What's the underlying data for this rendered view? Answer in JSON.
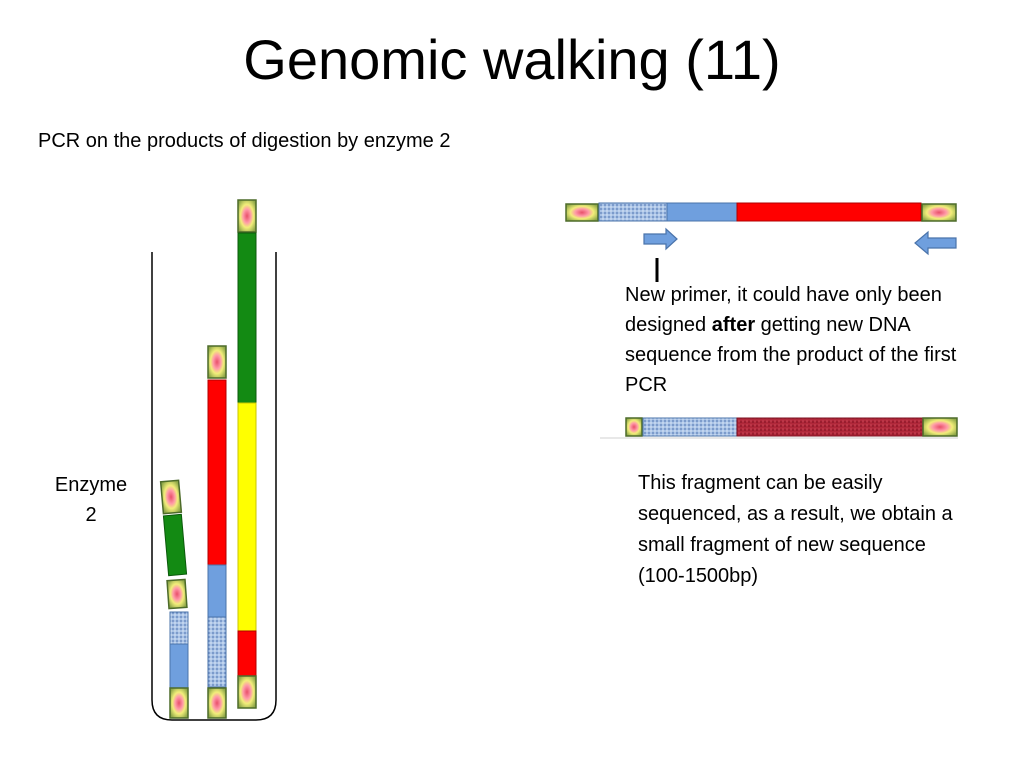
{
  "slide": {
    "title": "Genomic walking (11)",
    "subtitle": "PCR on the products of digestion by enzyme 2"
  },
  "labels": {
    "enzyme_line1": "Enzyme",
    "enzyme_line2": "2"
  },
  "notes": {
    "primer_note_before": "New primer, it could have only been designed ",
    "primer_note_bold": "after",
    "primer_note_after": " getting new DNA sequence from the product of the first PCR",
    "fragment_note": "This fragment can be easily sequenced, as a result, we obtain a small fragment of new sequence (100-1500bp)"
  },
  "colors": {
    "green": "#138a13",
    "yellow": "#ffff00",
    "red": "#ff0000",
    "dark_red": "#a51e2c",
    "light_blue": "#6f9fde",
    "blue_textured": "#8fb0d8",
    "adapter_outer": "#6f8f3a",
    "adapter_inner": "#e8506a",
    "tube_outline": "#000000"
  }
}
